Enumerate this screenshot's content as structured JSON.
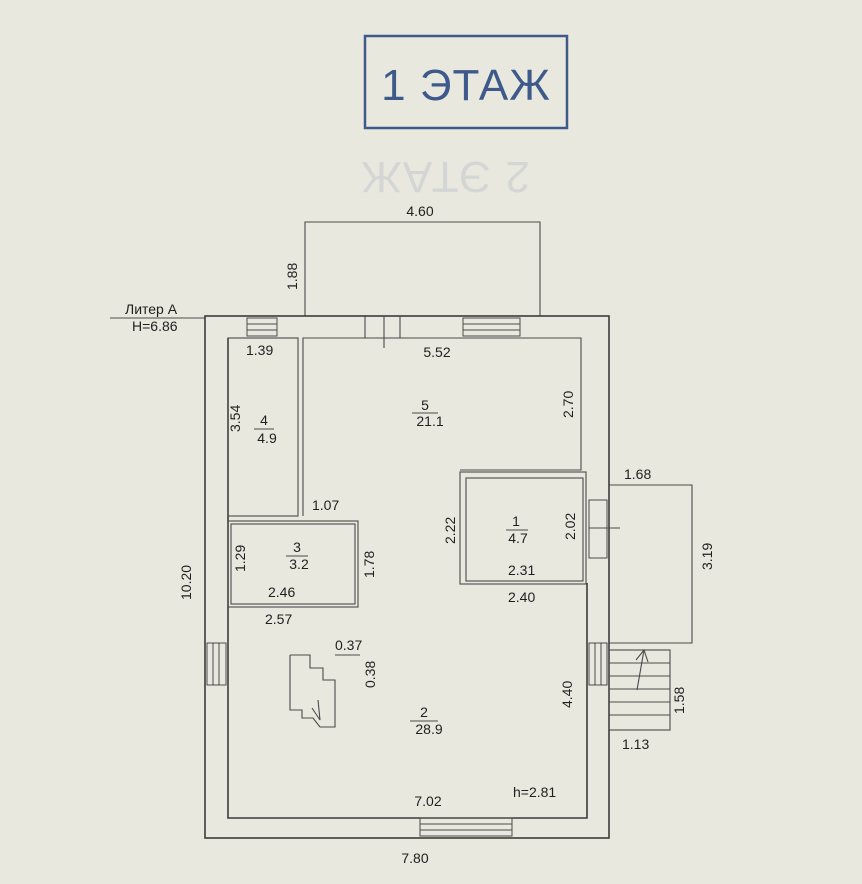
{
  "stamp": {
    "text": "1 ЭТАЖ",
    "color": "#3e5a8a",
    "ghost_text": "2 ЭТАЖ"
  },
  "building": {
    "liter": "Литер А",
    "height": "H=6.86",
    "ceiling_height": "h=2.81"
  },
  "dimensions": {
    "porch_top_width": "4.60",
    "porch_top_depth": "1.88",
    "total_width": "7.80",
    "total_length": "10.20",
    "room4_width": "1.39",
    "room4_length": "3.54",
    "room5_width": "5.52",
    "room5_depth": "2.70",
    "corridor_width": "1.07",
    "room1_depth": "2.22",
    "room1_depth_inner": "2.02",
    "room1_width_inner": "2.31",
    "room1_width": "2.40",
    "room3_depth": "1.29",
    "room3_side": "1.78",
    "room3_width": "2.46",
    "room2_upper_width": "2.57",
    "stair_width": "0.37",
    "stair_depth": "0.38",
    "room2_depth": "4.40",
    "room2_width": "7.02",
    "right_porch_width": "1.68",
    "right_porch_length": "3.19",
    "right_stair_length": "1.58",
    "right_stair_width": "1.13"
  },
  "rooms": [
    {
      "num": "1",
      "area": "4.7"
    },
    {
      "num": "2",
      "area": "28.9"
    },
    {
      "num": "3",
      "area": "3.2"
    },
    {
      "num": "4",
      "area": "4.9"
    },
    {
      "num": "5",
      "area": "21.1"
    }
  ]
}
